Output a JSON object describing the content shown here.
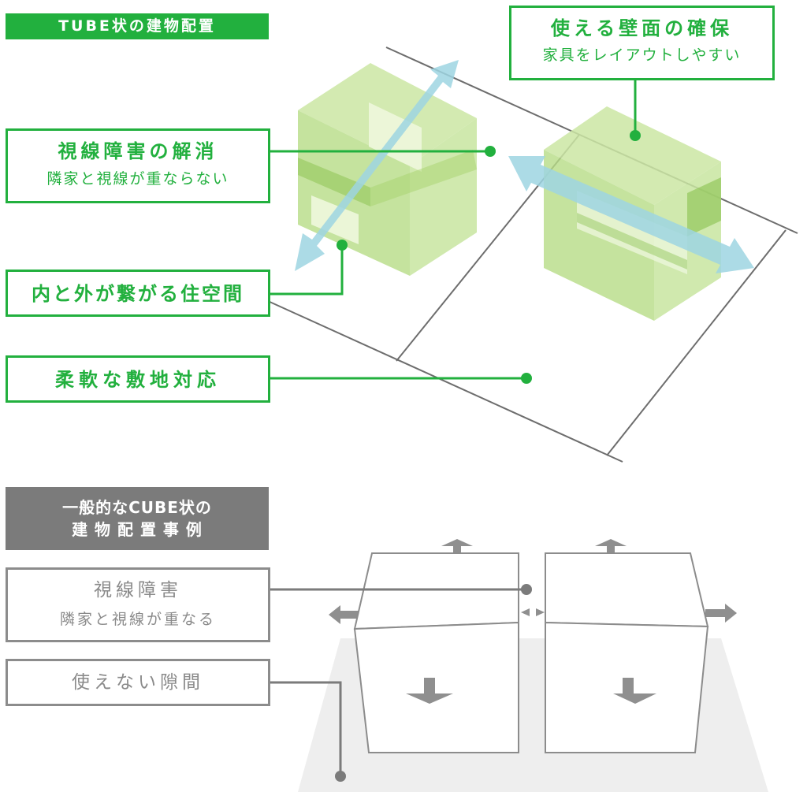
{
  "tube_section": {
    "header": "TUBE状の建物配置",
    "callouts": {
      "usable_wall": {
        "title": "使える壁面の確保",
        "subtitle": "家具をレイアウトしやすい"
      },
      "sightline": {
        "title": "視線障害の解消",
        "subtitle": "隣家と視線が重ならない"
      },
      "connected_space": {
        "title": "内と外が繋がる住空間"
      },
      "flexible_site": {
        "title": "柔軟な敷地対応"
      }
    }
  },
  "cube_section": {
    "header_line1": "一般的なCUBE状の",
    "header_line2": "建 物 配 置 事 例",
    "callouts": {
      "sightline_obstruction": {
        "title": "視線障害",
        "subtitle": "隣家と視線が重なる"
      },
      "unusable_gap": {
        "title": "使えない隙間"
      }
    }
  },
  "colors": {
    "accent_green": "#22b03e",
    "volume_green": "#b5dc82",
    "arrow_blue": "#9dd5e2",
    "neutral_gray": "#7b7b7b",
    "light_gray": "#eeeeee"
  }
}
